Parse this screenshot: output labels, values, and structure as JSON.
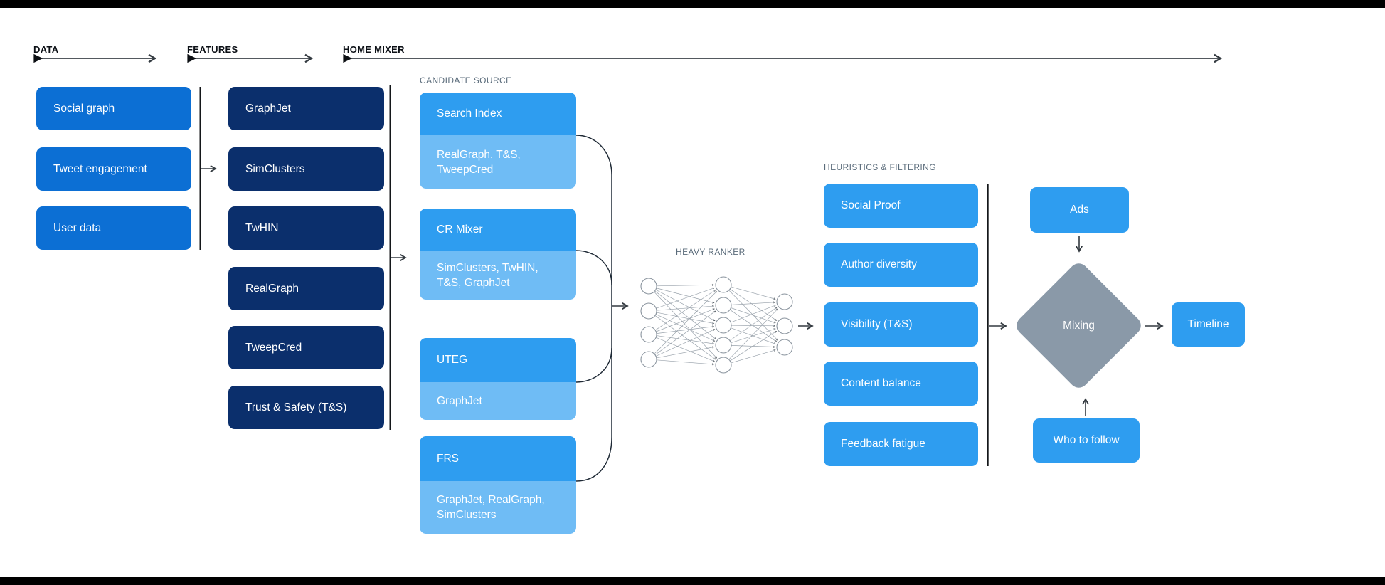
{
  "colors": {
    "data_box": "#0c6fd4",
    "features_box": "#0b2f6c",
    "primary_box": "#2e9df0",
    "subsource_box": "#6fbcf5",
    "mixing_node": "#8a99a8"
  },
  "headers": {
    "data": "DATA",
    "features": "FEATURES",
    "home_mixer": "HOME MIXER"
  },
  "data_sources": [
    "Social graph",
    "Tweet engagement",
    "User data"
  ],
  "features": [
    "GraphJet",
    "SimClusters",
    "TwHIN",
    "RealGraph",
    "TweepCred",
    "Trust & Safety (T&S)"
  ],
  "candidate_source": {
    "label": "CANDIDATE SOURCE",
    "items": [
      {
        "name": "Search Index",
        "uses": "RealGraph, T&S, TweepCred"
      },
      {
        "name": "CR Mixer",
        "uses": "SimClusters, TwHIN, T&S, GraphJet"
      },
      {
        "name": "UTEG",
        "uses": "GraphJet"
      },
      {
        "name": "FRS",
        "uses": "GraphJet, RealGraph, SimClusters"
      }
    ]
  },
  "heavy_ranker": {
    "label": "HEAVY RANKER"
  },
  "heuristics": {
    "label": "HEURISTICS & FILTERING",
    "items": [
      "Social Proof",
      "Author diversity",
      "Visibility (T&S)",
      "Content balance",
      "Feedback fatigue"
    ]
  },
  "mixing": {
    "ads": "Ads",
    "node": "Mixing",
    "who_to_follow": "Who to follow",
    "timeline": "Timeline"
  }
}
